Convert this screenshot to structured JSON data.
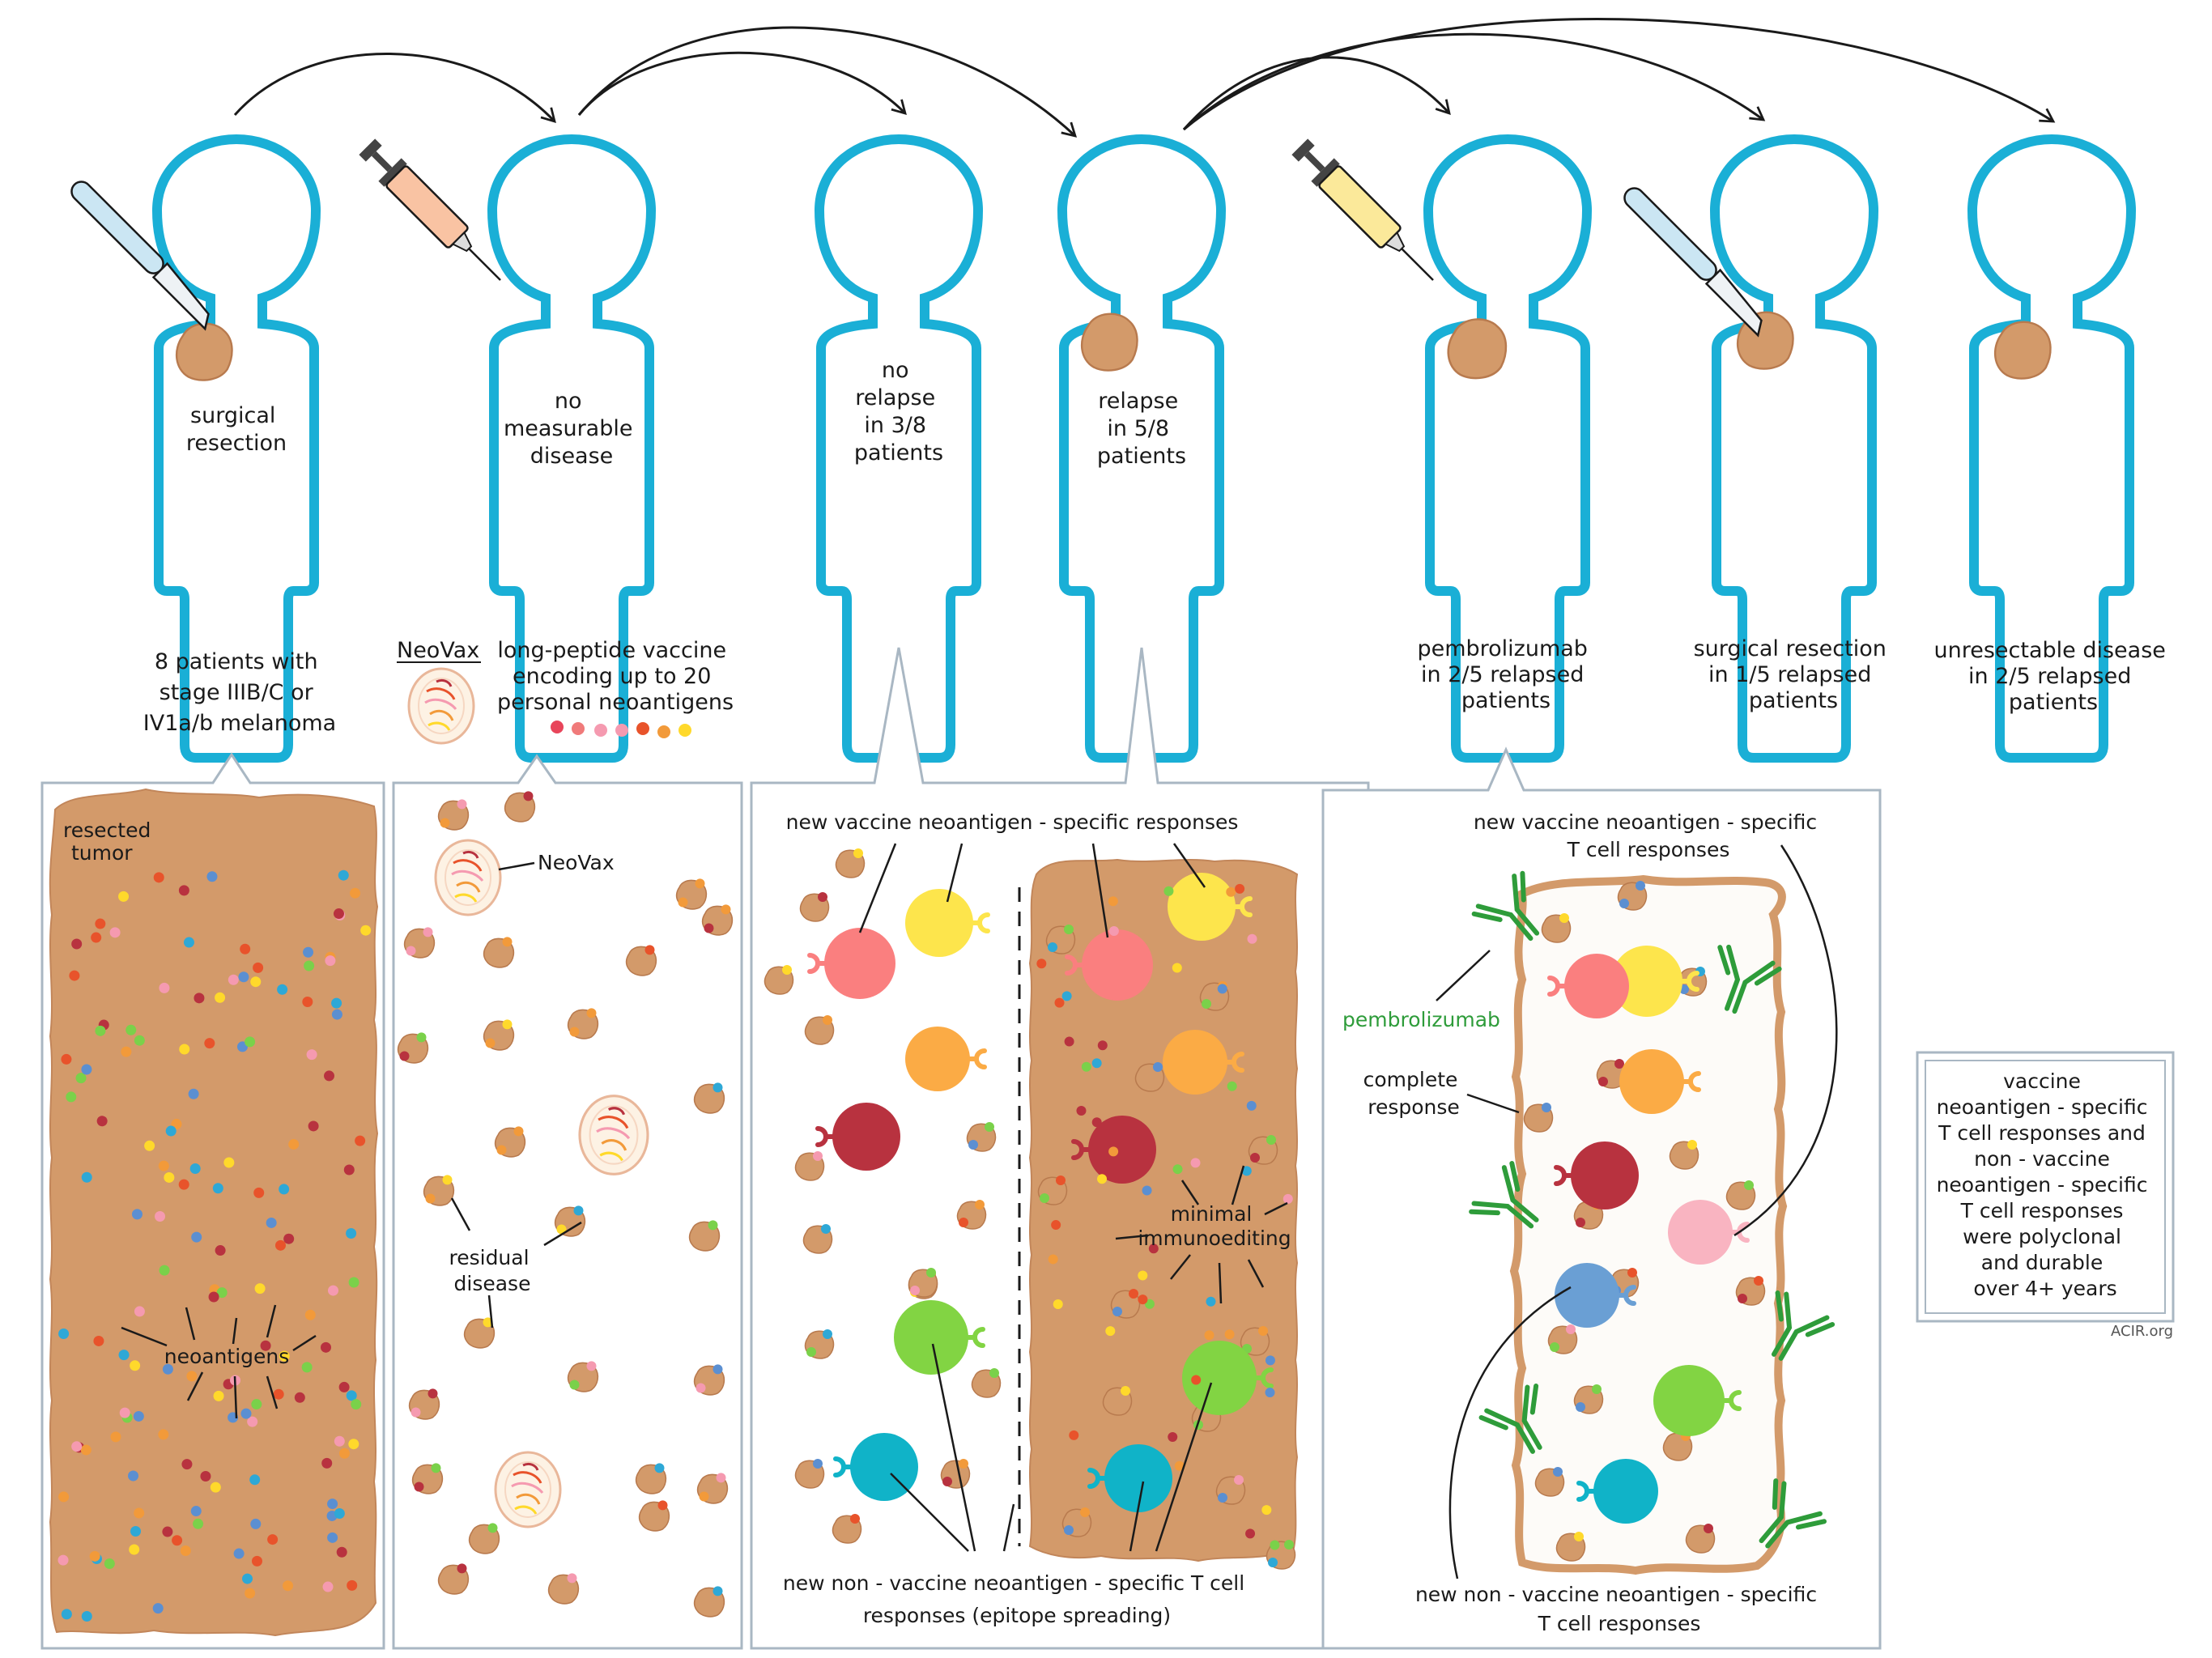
{
  "figures": {
    "f1": [
      "surgical",
      "resection"
    ],
    "f2": [
      "no",
      "measurable",
      "disease"
    ],
    "f3": [
      "no",
      "relapse",
      "in 3/8",
      "patients"
    ],
    "f4": [
      "relapse",
      "in 5/8",
      "patients"
    ]
  },
  "captions": {
    "c1": [
      "8 patients with",
      "stage IIIB/C or",
      "IV1a/b melanoma"
    ],
    "neovax_title": "NeoVax",
    "c2": [
      "long-peptide vaccine",
      "encoding up to 20",
      "personal neoantigens"
    ],
    "c5": [
      "pembrolizumab",
      "in 2/5 relapsed",
      "patients"
    ],
    "c6": [
      "surgical resection",
      "in 1/5 relapsed",
      "patients"
    ],
    "c7": [
      "unresectable disease",
      "in 2/5 relapsed",
      "patients"
    ]
  },
  "panel1": {
    "tumor_label": [
      "resected",
      "tumor"
    ],
    "neoantigens": "neoantigens"
  },
  "panel2": {
    "neovax": "NeoVax",
    "residual": [
      "residual",
      "disease"
    ]
  },
  "panel3": {
    "top": "new  vaccine  neoantigen - specific  responses",
    "minimal": [
      "minimal",
      "immunoediting"
    ],
    "bottom": [
      "new  non - vaccine  neoantigen - specific  T cell",
      "responses  (epitope spreading)"
    ]
  },
  "panel4": {
    "top": [
      "new  vaccine  neoantigen - specific",
      "T cell  responses"
    ],
    "pembro": "pembrolizumab",
    "complete": [
      "complete",
      "response"
    ],
    "bottom": [
      "new  non - vaccine  neoantigen - specific",
      "T cell  responses"
    ]
  },
  "summary": [
    "vaccine",
    "neoantigen - specific",
    "T cell  responses and",
    "non - vaccine",
    "neoantigen - specific",
    "T cell  responses",
    "were  polyclonal",
    "and durable",
    "over 4+ years"
  ],
  "footer": "ACIR.org",
  "colors": {
    "body_outline": "#1aafd6",
    "tumor": "#d39a6a",
    "tumor_edge": "#b87a4e",
    "panel_border": "#a9b7c3",
    "pembro_green": "#2e9c3a",
    "dot_colors": [
      "#e8532b",
      "#2ea8d6",
      "#f59ab0",
      "#ffd92b",
      "#7ad14a",
      "#b8323f",
      "#f29a3a",
      "#5b8fd1"
    ],
    "tcell_colors": [
      "#fa7f7f",
      "#fde54c",
      "#fbab45",
      "#b8323f",
      "#82d443",
      "#10b3c8",
      "#f9b4c1",
      "#6a9fd4"
    ]
  },
  "icons": [
    "scalpel-icon",
    "syringe-icon",
    "neovax-vaccine-icon",
    "pembrolizumab-antibody-icon",
    "t-cell-icon",
    "tumor-cell-icon",
    "neoantigen-dot-icon"
  ]
}
